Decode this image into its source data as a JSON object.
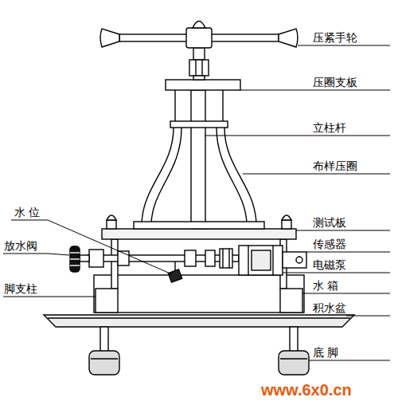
{
  "diagram": {
    "labels": [
      "压紧手轮",
      "压圈支板",
      "立柱杆",
      "布样压圈",
      "水 位",
      "测试板",
      "放水阀",
      "传感器",
      "电磁泵",
      "脚支柱",
      "水 箱",
      "积水盆",
      "底 脚",
      "www.6x0.cn"
    ]
  }
}
